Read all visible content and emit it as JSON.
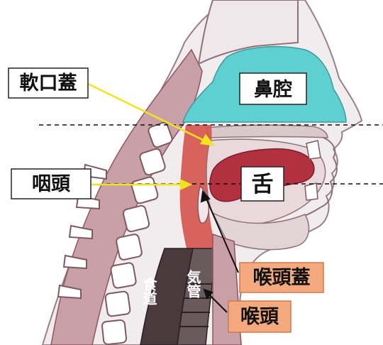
{
  "labels": {
    "soft_palate": "軟口蓋",
    "nasal_cavity": "鼻腔",
    "pharynx": "咽頭",
    "tongue": "舌",
    "epiglottis": "喉頭蓋",
    "larynx": "喉頭",
    "trachea": "気管",
    "esophagus": "食道"
  },
  "colors": {
    "skin": "#f0e9ea",
    "tissue": "#c9a0a8",
    "tissue_dark": "#8e5560",
    "nasal_cavity": "#5fd0d0",
    "pharynx": "#d6574f",
    "tongue": "#b2303f",
    "arrow_yellow": "#f2e41a",
    "label_orange": "#f4a97e"
  }
}
